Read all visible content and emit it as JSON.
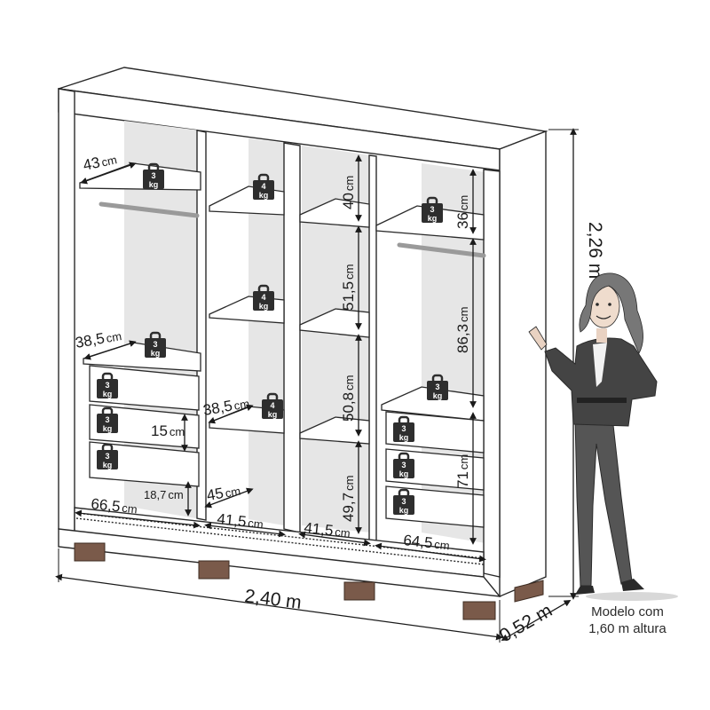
{
  "figure": {
    "width_label": "2,40 m",
    "height_label": "2,26 m",
    "depth_label": "0,52 m",
    "caption_line1": "Modelo com",
    "caption_line2": "1,60 m altura"
  },
  "measurements": {
    "shelf_depth_top_left": "43",
    "shelf_depth_mid_left": "38,5",
    "shelf_depth_mid_center": "38,5",
    "drawer_height": "15",
    "base_height": "18,7",
    "module_depth_center": "45",
    "bottom_width_left": "66,5",
    "bottom_width_center_left": "41,5",
    "bottom_width_center_right": "41,5",
    "bottom_width_right": "64,5",
    "vert_center_1": "40",
    "vert_center_2": "51,5",
    "vert_center_3": "50,8",
    "vert_center_4": "49,7",
    "vert_right_1": "36",
    "vert_right_2": "86,3",
    "vert_right_3": "71",
    "unit_cm": "cm"
  },
  "weights": {
    "unit": "kg",
    "top_left": "3",
    "top_center": "4",
    "mid_center": "4",
    "top_right": "3",
    "mid_left": "3",
    "drawer_left_1": "3",
    "drawer_left_2": "3",
    "drawer_left_3": "3",
    "lower_center": "4",
    "mid_right": "3",
    "drawer_right_1": "3",
    "drawer_right_2": "3",
    "drawer_right_3": "3"
  },
  "colors": {
    "line": "#2a2a2a",
    "back_panel": "#e6e6e6",
    "feet": "#7a5a4a",
    "weight_icon": "#2e2e2e",
    "rod": "#9a9a9a",
    "figure_suit": "#444444"
  }
}
